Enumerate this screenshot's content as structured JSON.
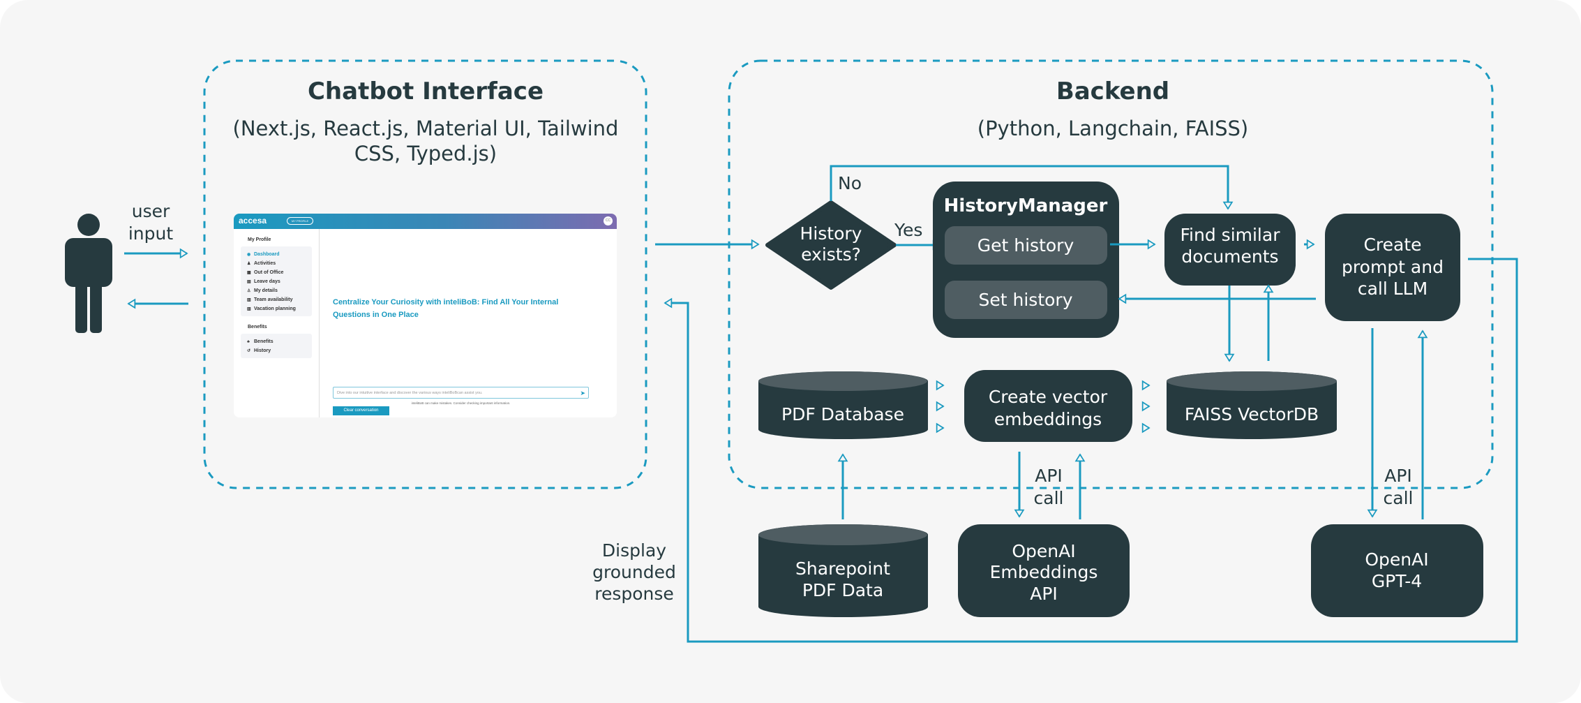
{
  "colors": {
    "accent": "#1a9ac0",
    "dark": "#263a3f",
    "pill": "#4f5d62",
    "background": "#f6f6f6"
  },
  "frontend": {
    "title": "Chatbot Interface",
    "subtitle_line1": "(Next.js, React.js, Material UI, Tailwind",
    "subtitle_line2": "CSS, Typed.js)"
  },
  "backend": {
    "title": "Backend",
    "subtitle": "(Python, Langchain, FAISS)"
  },
  "user": {
    "icon": "person-icon",
    "label_line1": "user",
    "label_line2": "input"
  },
  "decision": {
    "line1": "History",
    "line2": "exists?",
    "no": "No",
    "yes": "Yes"
  },
  "history_manager": {
    "title": "HistoryManager",
    "get": "Get history",
    "set": "Set history"
  },
  "find_similar": {
    "line1": "Find similar",
    "line2": "documents"
  },
  "create_prompt": {
    "line1": "Create",
    "line2": "prompt and",
    "line3": "call LLM"
  },
  "pdf_database": "PDF Database",
  "create_vector": {
    "line1": "Create vector",
    "line2": "embeddings"
  },
  "faiss": "FAISS VectorDB",
  "sharepoint": {
    "line1": "Sharepoint",
    "line2": "PDF Data"
  },
  "openai_embeddings": {
    "line1": "OpenAI",
    "line2": "Embeddings",
    "line3": "API"
  },
  "openai_gpt": {
    "line1": "OpenAI",
    "line2": "GPT-4"
  },
  "api_call": {
    "line1": "API",
    "line2": "call"
  },
  "display": {
    "line1": "Display",
    "line2": "grounded",
    "line3": "response"
  },
  "app": {
    "logo": "accesa",
    "my_profile_button": "MY PROFILE",
    "avatar": "CC",
    "section1": "My Profile",
    "items1": [
      {
        "label": "Dashboard",
        "icon": "dashboard-icon"
      },
      {
        "label": "Activities",
        "icon": "people-icon"
      },
      {
        "label": "Out of Office",
        "icon": "building-icon"
      },
      {
        "label": "Leave days",
        "icon": "map-icon"
      },
      {
        "label": "My details",
        "icon": "user-icon"
      },
      {
        "label": "Team availability",
        "icon": "calendar-icon"
      },
      {
        "label": "Vacation planning",
        "icon": "calendar-icon"
      }
    ],
    "section2": "Benefits",
    "items2": [
      {
        "label": "Benefits",
        "icon": "benefits-icon"
      },
      {
        "label": "History",
        "icon": "history-icon"
      }
    ],
    "headline": "Centralize Your Curiosity with inteliBoB: Find All Your Internal Questions in One Place",
    "input_placeholder": "Dive into our intuitive interface and discover the various ways inteliBoBcan assist you.",
    "disclaimer": "inteliBoB can make mistakes. Consider checking important information.",
    "clear_button": "Clear conversation"
  }
}
